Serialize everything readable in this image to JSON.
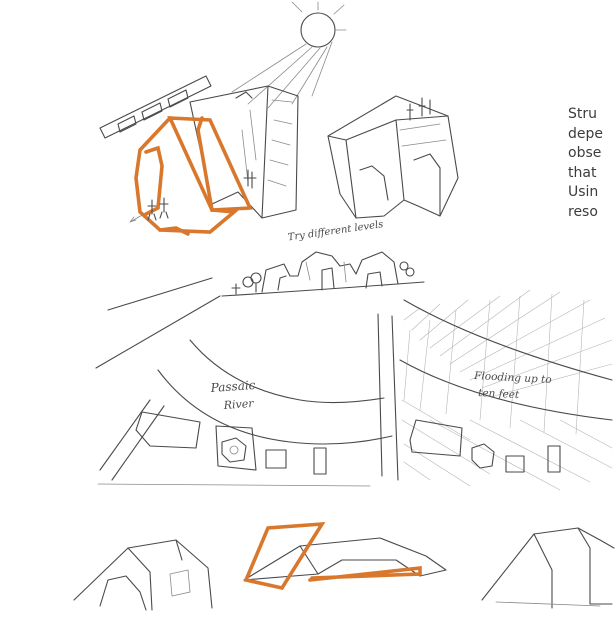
{
  "sketch_labels": {
    "levels_note": "Try different levels",
    "river_label_line1": "Passaic",
    "river_label_line2": "River",
    "flood_note_line1": "Flooding up to",
    "flood_note_line2": "ten feet"
  },
  "caption_lines": [
    "Stru",
    "depe",
    "obse",
    "that",
    "Usin",
    "reso"
  ],
  "colors": {
    "highlight": "#d9782d",
    "pencil": "#4a4a4a",
    "background": "#ffffff"
  }
}
